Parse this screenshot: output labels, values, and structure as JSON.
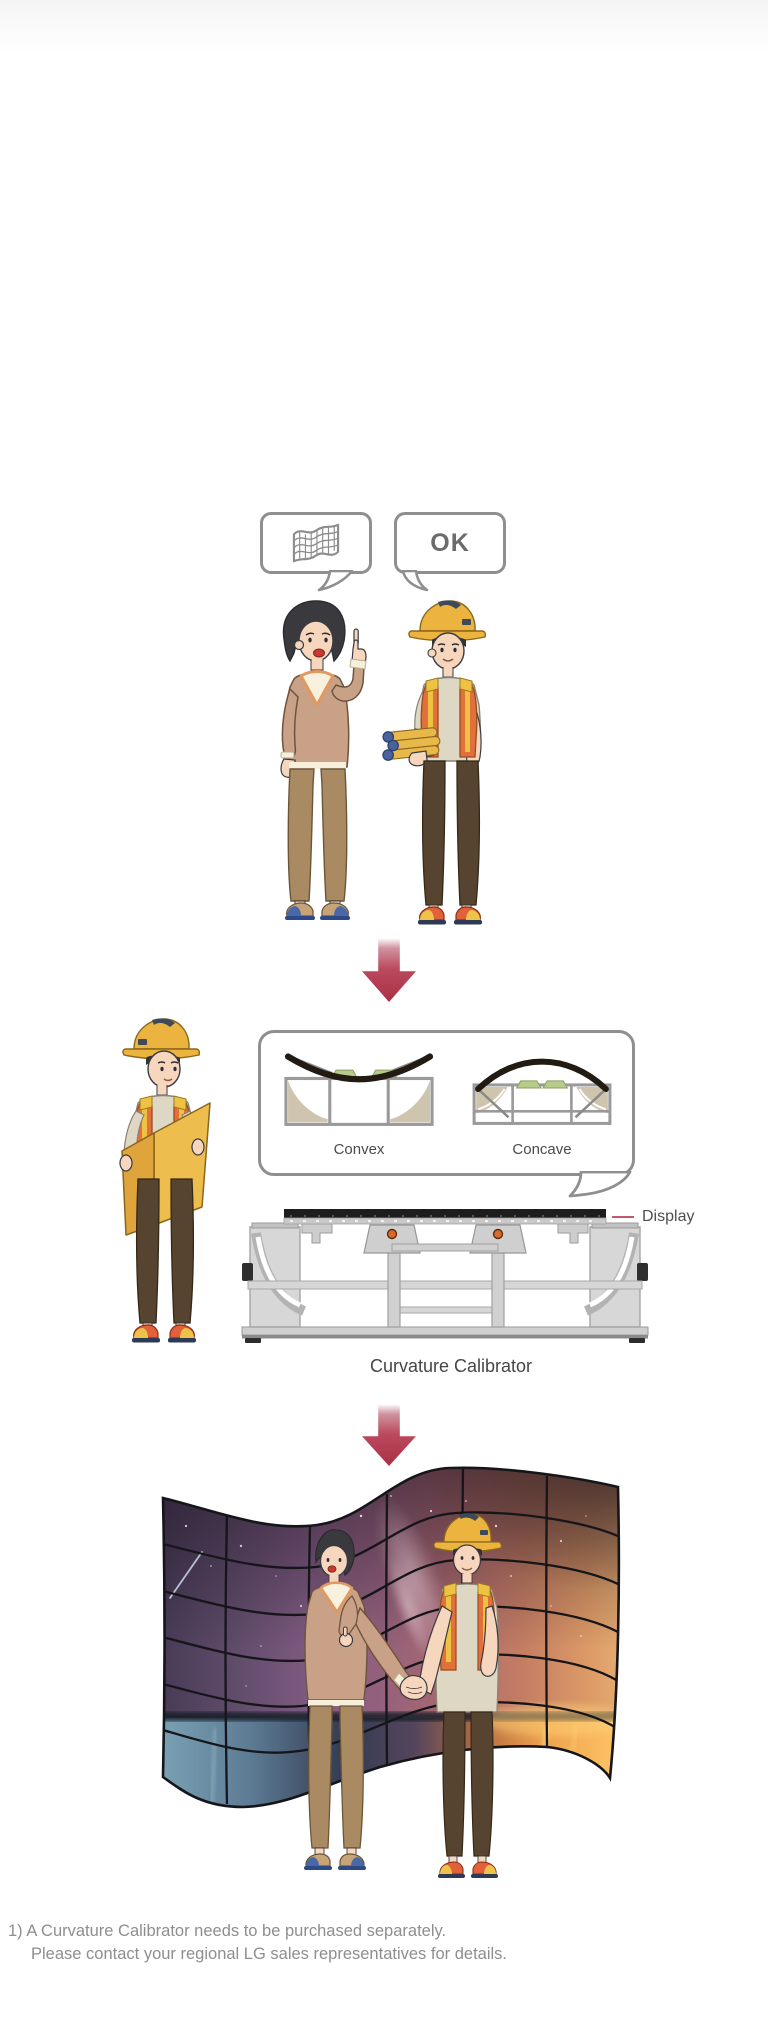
{
  "meta": {
    "background": "#ffffff",
    "top_fade_color": "#f4f4f4"
  },
  "step1": {
    "plan_bubble": {
      "icon": "curved-display-grid-icon"
    },
    "ok_bubble": {
      "label": "OK"
    },
    "characters": [
      "client-pointing-up",
      "worker-holding-blueprint-rolls"
    ]
  },
  "step2": {
    "callout": {
      "convex_label": "Convex",
      "concave_label": "Concave"
    },
    "display_pointer": {
      "label": "Display",
      "dash_color": "#c2566b"
    },
    "caption": "Curvature Calibrator",
    "characters": [
      "worker-reading-plan"
    ]
  },
  "step3": {
    "scene": "handshake-in-front-of-wavy-curved-led-wall",
    "characters": [
      "client",
      "worker"
    ]
  },
  "footnote": {
    "line1": "1) A Curvature Calibrator needs to be purchased separately.",
    "line2": "Please contact your regional LG sales representatives for details."
  },
  "colors": {
    "arrow_red": "#ac2f44",
    "bubble_border": "#8f8f8f",
    "display_dash": "#c2566b",
    "label_text": "#4b4b4b",
    "caption_text": "#464646",
    "footnote_text": "#8e8e8e",
    "vest_orange": "#e2703a",
    "hardhat_yellow": "#ecb43e",
    "sweater_tan": "#c9a186"
  },
  "icons": [
    "curved-display-grid-icon",
    "down-arrow-icon",
    "speech-bubble-tail"
  ]
}
